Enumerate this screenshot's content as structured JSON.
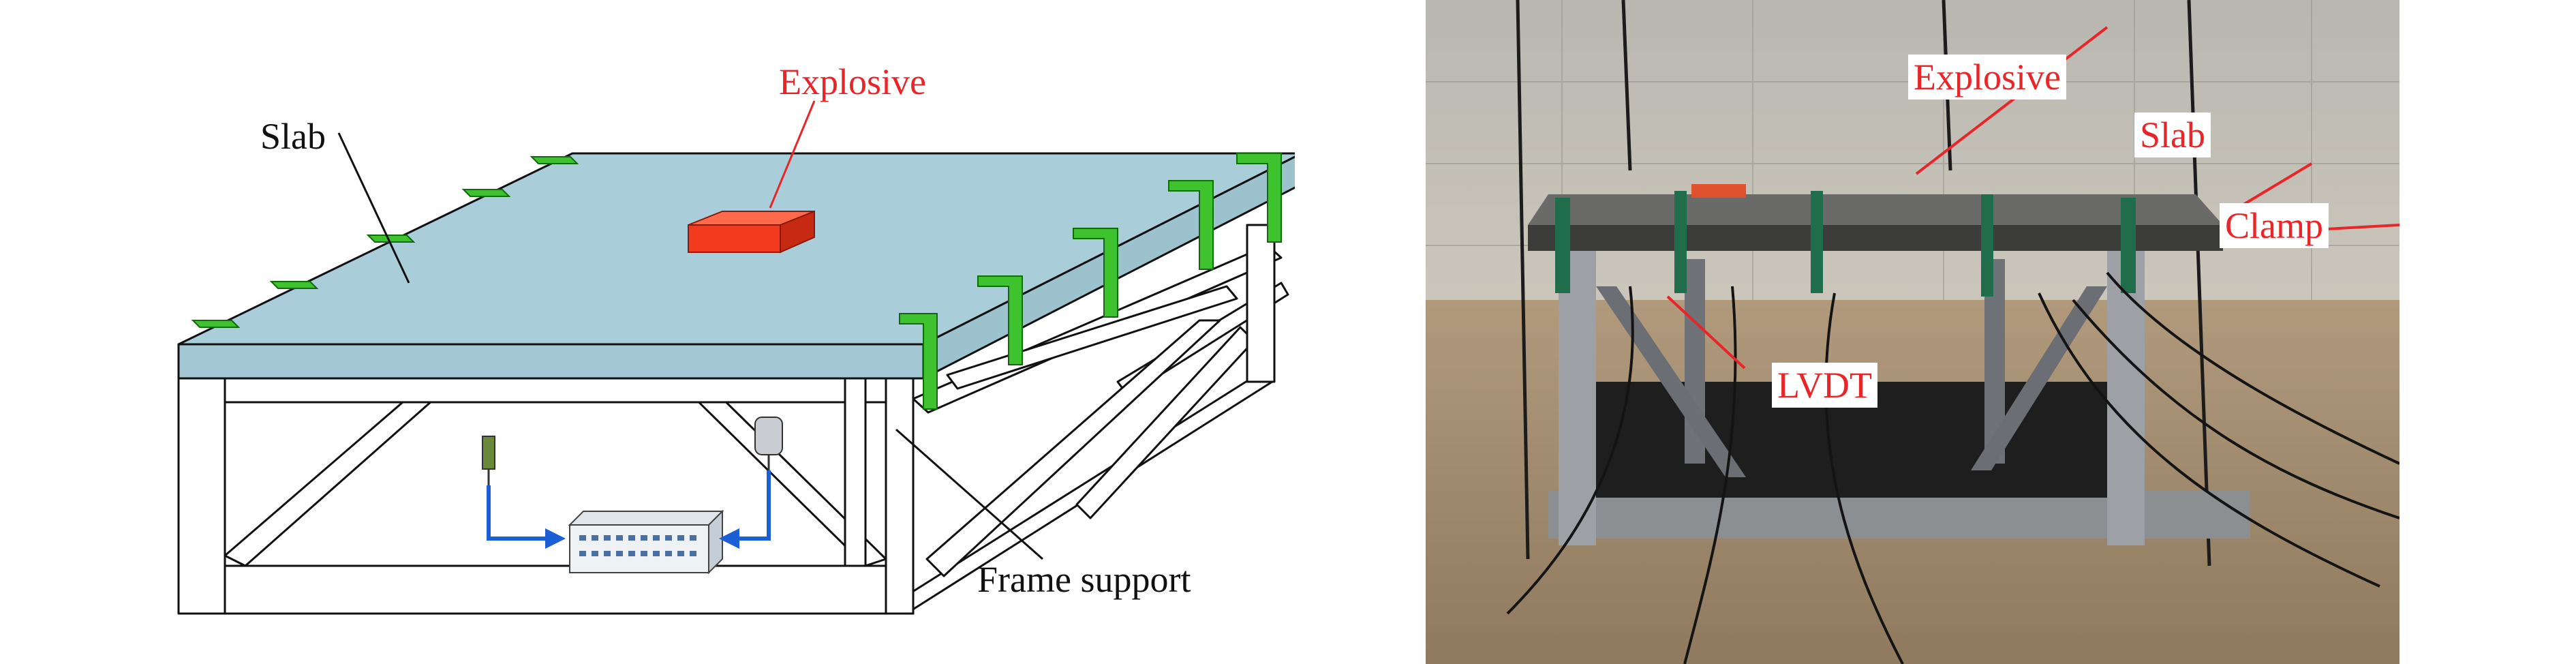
{
  "schematic": {
    "labels": {
      "explosive": "Explosive",
      "slab": "Slab",
      "frame_support": "Frame support"
    },
    "icons": [
      "explosive-charge-icon",
      "clamp-icon",
      "strain-gauge-icon",
      "lvdt-sensor-icon",
      "data-acquisition-device-icon",
      "signal-arrow-icon"
    ]
  },
  "photo": {
    "labels": {
      "explosive": "Explosive",
      "slab": "Slab",
      "clamp": "Clamp",
      "lvdt": "LVDT"
    }
  },
  "colors": {
    "slab_fill": "#a9ced9",
    "clamp_green": "#3ec32e",
    "explosive_red": "#f23a1e",
    "label_red": "#e8262a",
    "arrow_blue": "#1a5fd6"
  }
}
